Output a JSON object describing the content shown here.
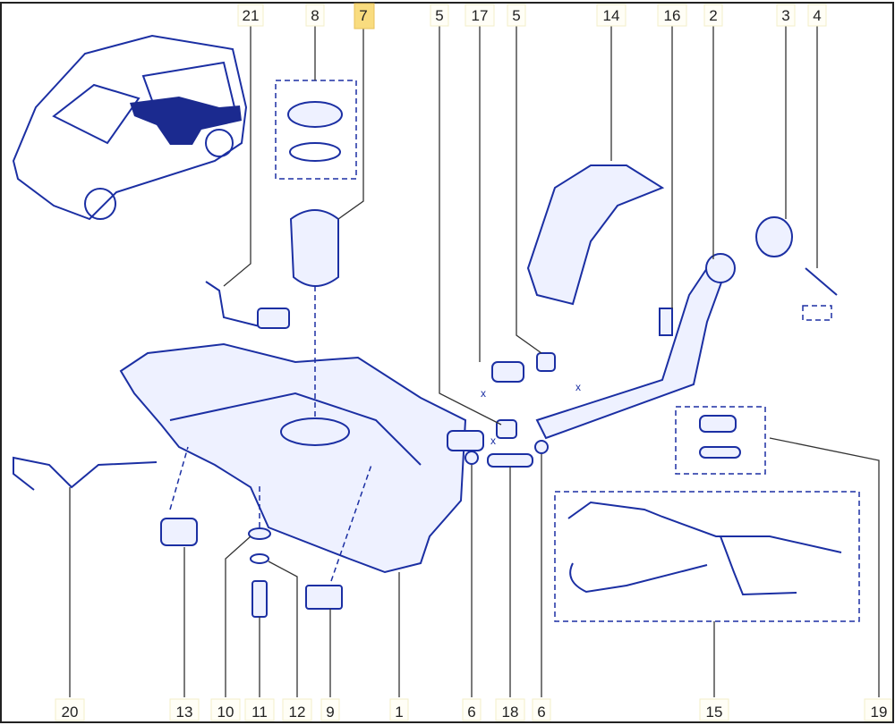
{
  "diagram": {
    "title_highlighted": "7",
    "accent_color": "#1b2fa3",
    "highlight_color": "#f9dc7f",
    "top_labels": [
      "21",
      "8",
      "7",
      "5",
      "17",
      "5",
      "14",
      "16",
      "2",
      "3",
      "4"
    ],
    "bottom_labels": [
      "20",
      "13",
      "10",
      "11",
      "12",
      "9",
      "1",
      "6",
      "18",
      "6",
      "15",
      "19"
    ],
    "markers": [
      "x",
      "x",
      "x"
    ]
  }
}
